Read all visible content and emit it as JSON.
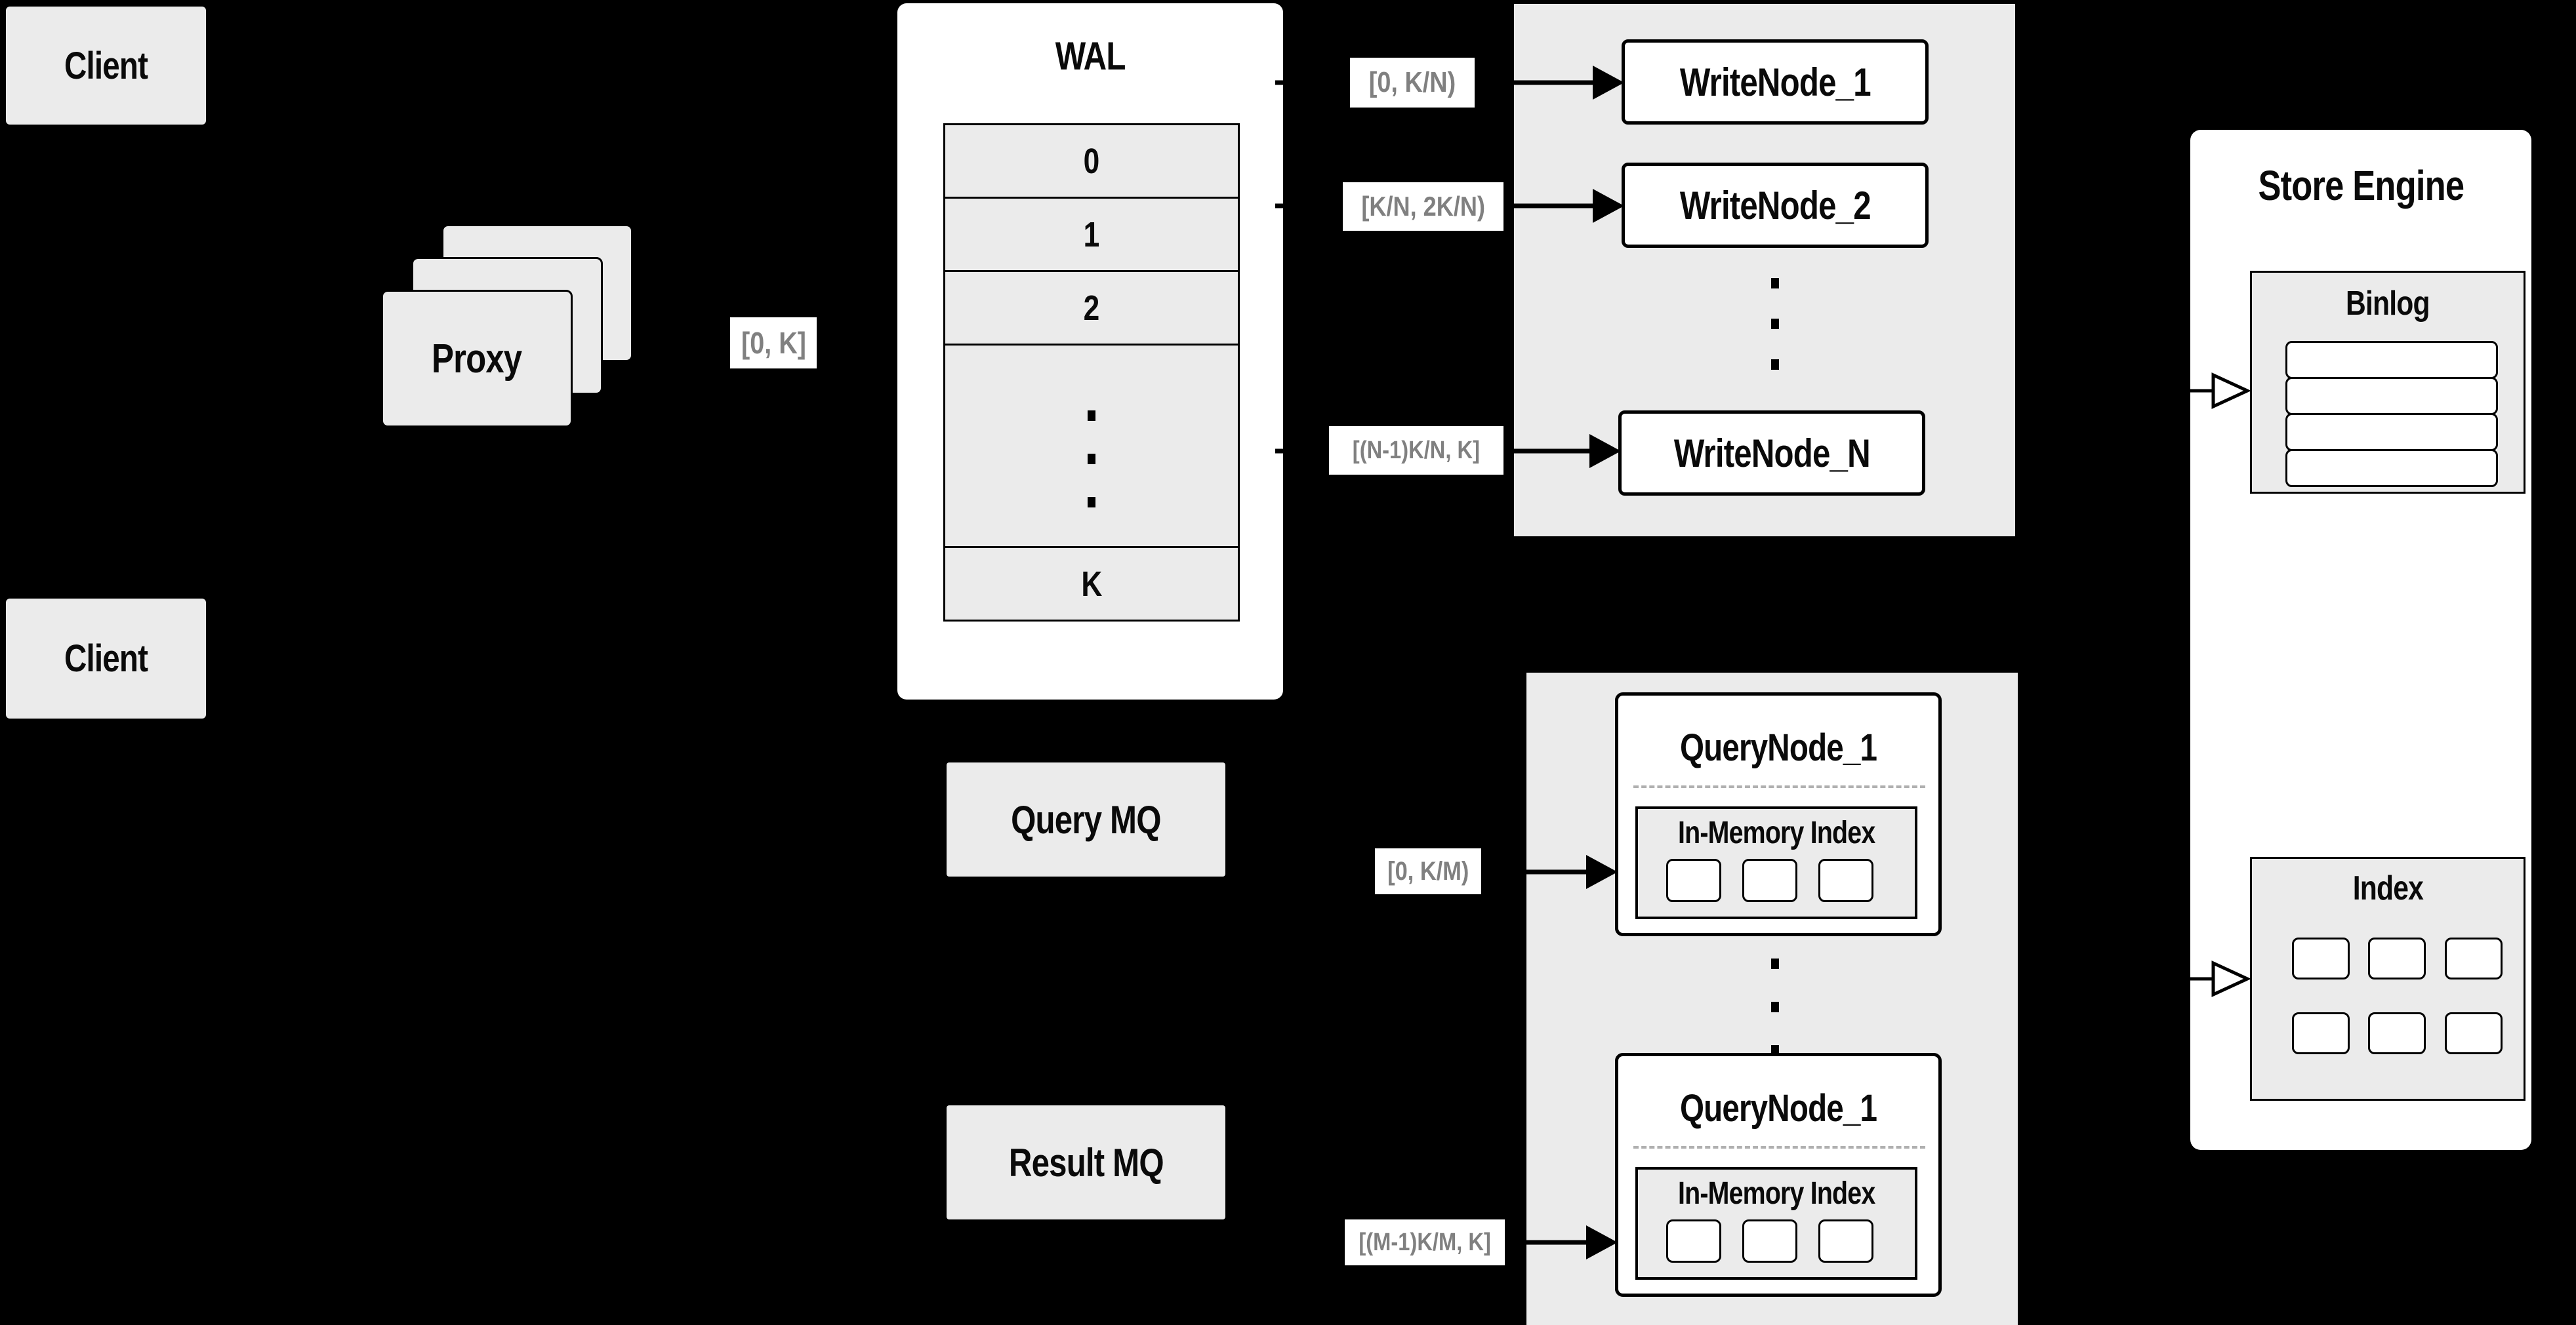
{
  "colors": {
    "background": "#000000",
    "panel_gray": "#ebebeb",
    "panel_white": "#ffffff",
    "border_black": "#000000",
    "range_label_text": "#808080",
    "dashed_separator": "#b0b0b0"
  },
  "client_top": {
    "label": "Client"
  },
  "client_bottom": {
    "label": "Client"
  },
  "proxy": {
    "label": "Proxy",
    "range": "[0, K]"
  },
  "wal": {
    "title": "WAL",
    "segments": [
      "0",
      "1",
      "2"
    ],
    "last_segment": "K"
  },
  "write_cluster": {
    "ranges": [
      "[0,  K/N)",
      "[K/N, 2K/N)",
      "[(N-1)K/N,  K]"
    ],
    "nodes": [
      "WriteNode_1",
      "WriteNode_2",
      "WriteNode_N"
    ]
  },
  "store_engine": {
    "title": "Store Engine",
    "binlog_title": "Binlog",
    "index_title": "Index"
  },
  "query_cluster": {
    "query_mq_label": "Query MQ",
    "result_mq_label": "Result MQ",
    "ranges": [
      "[0, K/M)",
      "[(M-1)K/M, K]"
    ],
    "node_top": {
      "title": "QueryNode_1",
      "inner_title": "In-Memory Index"
    },
    "node_bottom": {
      "title": "QueryNode_1",
      "inner_title": "In-Memory Index"
    }
  }
}
